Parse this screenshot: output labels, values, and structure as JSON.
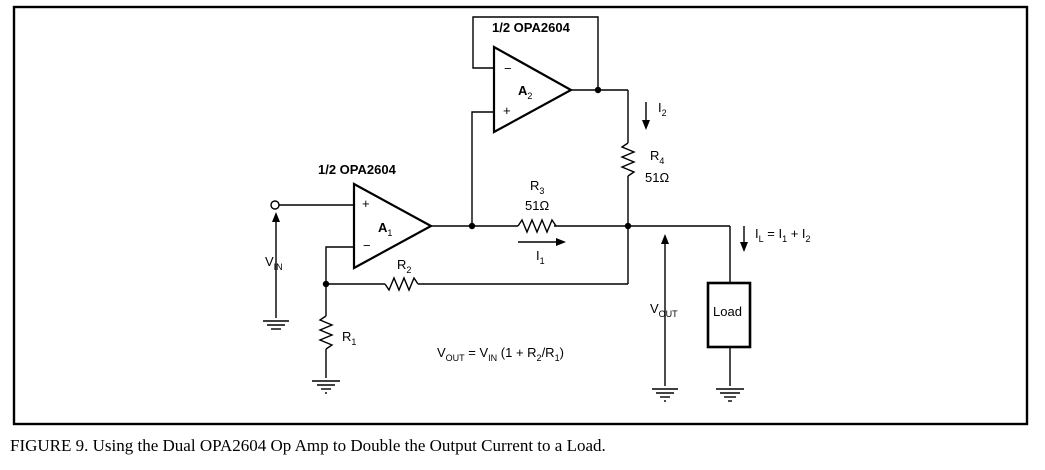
{
  "amp_top": {
    "name": "1/2 OPA2604",
    "ref": "A",
    "ref_sub": "2",
    "minus": "−",
    "plus": "+"
  },
  "amp_left": {
    "name": "1/2 OPA2604",
    "ref": "A",
    "ref_sub": "1",
    "plus": "+",
    "minus": "−"
  },
  "r4": {
    "ref": "R",
    "ref_sub": "4",
    "value": "51Ω"
  },
  "r3": {
    "ref": "R",
    "ref_sub": "3",
    "value": "51Ω"
  },
  "r2": {
    "ref": "R",
    "ref_sub": "2"
  },
  "r1": {
    "ref": "R",
    "ref_sub": "1"
  },
  "i2": {
    "sym": "I",
    "sub": "2"
  },
  "i1": {
    "sym": "I",
    "sub": "1"
  },
  "il": {
    "sym": "I",
    "sub": "L",
    "mid": " = I",
    "mid_sub": "1",
    "plus": " + I",
    "plus_sub": "2"
  },
  "vin": {
    "sym": "V",
    "sub": "IN"
  },
  "vout": {
    "sym": "V",
    "sub": "OUT"
  },
  "load": {
    "label": "Load"
  },
  "equation": {
    "p1": "V",
    "p1_sub": "OUT",
    "p2": " = V",
    "p2_sub": "IN",
    "p3": " (1 + R",
    "p3_sub": "2",
    "p4": "/R",
    "p4_sub": "1",
    "p5": ")"
  },
  "caption": "FIGURE 9. Using the Dual OPA2604 Op Amp to Double the Output Current to a Load."
}
